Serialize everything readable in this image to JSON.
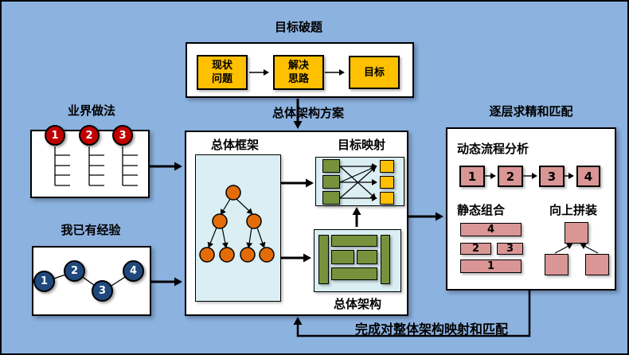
{
  "colors": {
    "background": "#8CB2E0",
    "panel": "#FFFFFF",
    "inner_panel": "#DAEEF3",
    "yellow": "#FFC000",
    "red": "#C00000",
    "navy": "#1F497D",
    "orange": "#E36C09",
    "green": "#76923C",
    "pink": "#D99694",
    "line": "#000000"
  },
  "goal_breakdown": {
    "title": "目标破题",
    "steps": [
      "现状\n问题",
      "解决\n思路",
      "目标"
    ]
  },
  "industry_practice": {
    "title": "业界做法",
    "badges": [
      "1",
      "2",
      "3"
    ]
  },
  "my_experience": {
    "title": "我已有经验",
    "nodes": [
      "1",
      "2",
      "3",
      "4"
    ]
  },
  "architecture_plan": {
    "title": "总体架构方案",
    "framework_label": "总体框架",
    "mapping_label": "目标映射",
    "overall_label": "总体架构"
  },
  "refinement": {
    "title": "逐层求精和匹配",
    "dynamic_label": "动态流程分析",
    "dynamic_steps": [
      "1",
      "2",
      "3",
      "4"
    ],
    "static_label": "静态组合",
    "static_bars": [
      "4",
      "2",
      "3",
      "1"
    ],
    "assembly_label": "向上拼装"
  },
  "feedback_label": "完成对整体架构映射和匹配"
}
